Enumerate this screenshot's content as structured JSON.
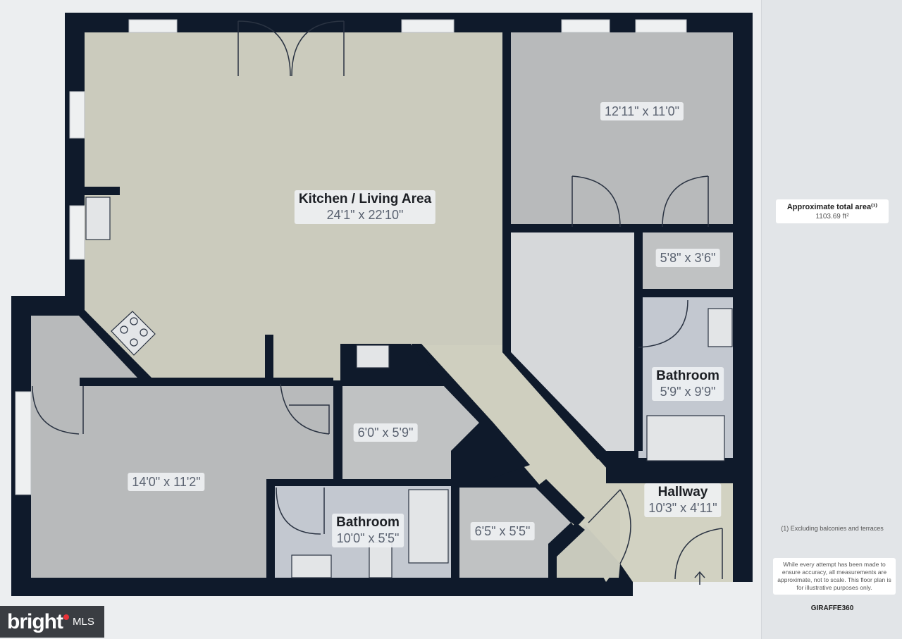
{
  "rooms": {
    "kitchen": {
      "name": "Kitchen / Living Area",
      "dims": "24'1\" x 22'10\""
    },
    "bedroom_ne": {
      "name": "",
      "dims": "12'11\" x 11'0\""
    },
    "closet_ne": {
      "name": "",
      "dims": "5'8\" x 3'6\""
    },
    "bathroom_e": {
      "name": "Bathroom",
      "dims": "5'9\" x 9'9\""
    },
    "hallway": {
      "name": "Hallway",
      "dims": "10'3\" x 4'11\""
    },
    "bedroom_sw": {
      "name": "",
      "dims": "14'0\" x 11'2\""
    },
    "closet_mid": {
      "name": "",
      "dims": "6'0\" x 5'9\""
    },
    "bathroom_s": {
      "name": "Bathroom",
      "dims": "10'0\" x 5'5\""
    },
    "closet_se": {
      "name": "",
      "dims": "6'5\" x 5'5\""
    }
  },
  "sidebar": {
    "area_title": "Approximate total area⁽¹⁾",
    "area_value": "1103.69 ft²",
    "exclusion_note": "(1) Excluding balconies and terraces",
    "disclaimer": "While every attempt has been made to ensure accuracy, all measurements are approximate, not to scale. This floor plan is for illustrative purposes only.",
    "brand": "GIRAFFE360"
  },
  "watermark": {
    "brand": "bright",
    "suffix": "MLS"
  },
  "colors": {
    "wall": "#0f1a2b",
    "kitchen_floor": "#cbcbbd",
    "bedroom_floor": "#b8babb",
    "closet_floor": "#c0c2c3",
    "bathroom_floor": "#c3c8d0",
    "hallway_floor": "#d2d2c2",
    "background": "#eceef0"
  }
}
